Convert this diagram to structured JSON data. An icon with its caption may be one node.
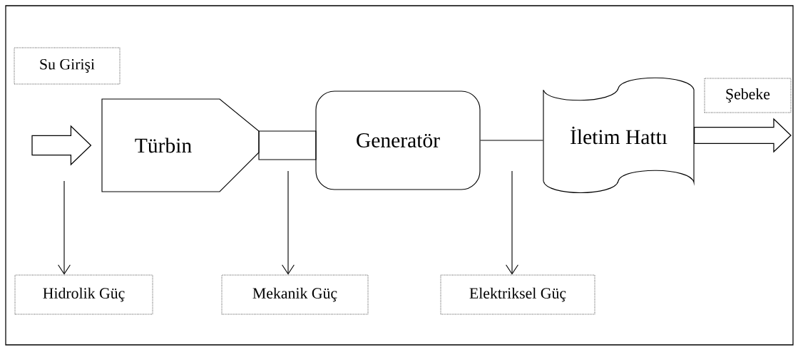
{
  "diagram": {
    "nodes": [
      {
        "text": [
          "Su Girişi"
        ]
      },
      {
        "text": [
          "Türbin"
        ]
      },
      {
        "text": [],
        "shape": "box"
      },
      {
        "text": [
          "Generatör"
        ]
      },
      {
        "text": [
          "İletim Hattı"
        ]
      },
      {
        "text": [
          "Şebeke"
        ]
      },
      {
        "text": [
          "Hidrolik Güç"
        ]
      },
      {
        "text": [
          "Mekanik Güç"
        ]
      },
      {
        "text": [
          "Elektriksel Güç"
        ]
      }
    ],
    "edges": [
      {
        "from": null,
        "to": 1,
        "arrow": "to",
        "style": "thick"
      },
      {
        "from": 4,
        "to": null,
        "arrow": "to",
        "style": "thick"
      },
      {
        "from": 3,
        "to": 4,
        "arrow": "none"
      },
      {
        "from": null,
        "to": 6,
        "arrow": "to"
      },
      {
        "from": null,
        "to": 7,
        "arrow": "to"
      },
      {
        "from": null,
        "to": 8,
        "arrow": "to"
      }
    ]
  }
}
